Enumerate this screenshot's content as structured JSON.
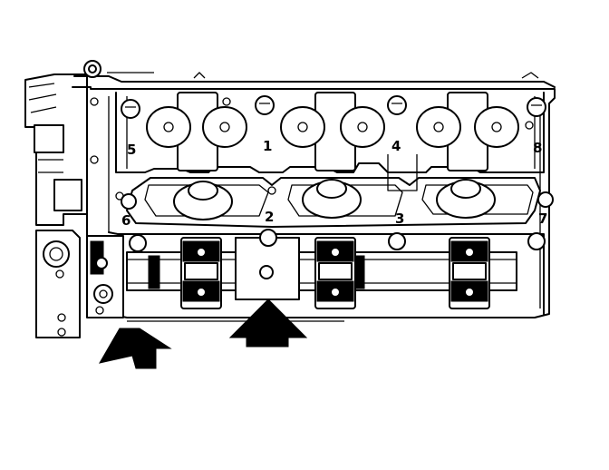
{
  "diagram": {
    "bolt_labels": [
      {
        "id": "1",
        "text": "1"
      },
      {
        "id": "2",
        "text": "2"
      },
      {
        "id": "3",
        "text": "3"
      },
      {
        "id": "4",
        "text": "4"
      },
      {
        "id": "5",
        "text": "5"
      },
      {
        "id": "6",
        "text": "6"
      },
      {
        "id": "7",
        "text": "7"
      },
      {
        "id": "8",
        "text": "8"
      }
    ],
    "arrow_count": 2,
    "colors": {
      "line": "#000000",
      "background": "#ffffff"
    }
  }
}
